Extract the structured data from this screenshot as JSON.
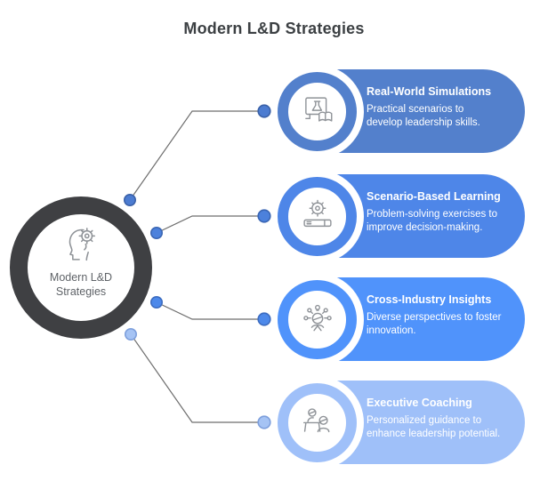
{
  "title": "Modern L&D Strategies",
  "colors": {
    "background": "#ffffff",
    "heading_text": "#3c4043",
    "connector_line": "#6e6e6e",
    "icon_stroke": "#8f9398",
    "item_text": "#ffffff"
  },
  "center": {
    "label": "Modern L&D\nStrategies",
    "icon": "head-gear-icon",
    "ring_color": "#3f4043",
    "label_color": "#5f6368"
  },
  "items": [
    {
      "title": "Real-World Simulations",
      "description": "Practical scenarios to\ndevelop leadership skills.",
      "icon": "monitor-flask-book-icon",
      "color": "#5380cc",
      "dot_fill": "#4c7cd1",
      "dot_stroke": "#3a61a8"
    },
    {
      "title": "Scenario-Based Learning",
      "description": "Problem-solving exercises to\nimprove decision-making.",
      "icon": "gear-marker-icon",
      "color": "#4e86e8",
      "dot_fill": "#4c81dc",
      "dot_stroke": "#3a66b4"
    },
    {
      "title": "Cross-Industry Insights",
      "description": "Diverse perspectives to foster\ninnovation.",
      "icon": "person-network-icon",
      "color": "#5093fb",
      "dot_fill": "#4d89ea",
      "dot_stroke": "#3c6cc0"
    },
    {
      "title": "Executive Coaching",
      "description": "Personalized guidance to\nenhance leadership potential.",
      "icon": "coaching-people-icon",
      "color": "#9fc0f9",
      "dot_fill": "#a5c3f4",
      "dot_stroke": "#7d9fdc"
    }
  ]
}
